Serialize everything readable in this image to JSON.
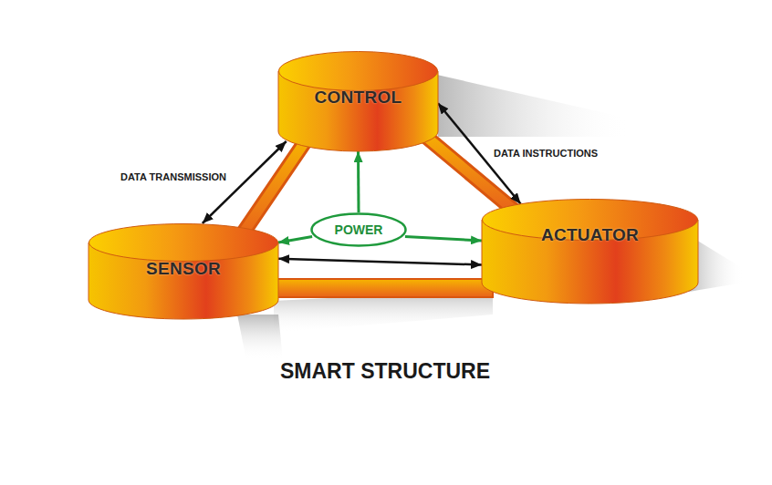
{
  "diagram": {
    "nodes": [
      {
        "text": [
          "SMART STRUCTURE"
        ]
      },
      {
        "text": [
          "CONTROL"
        ],
        "in": 0
      },
      {
        "text": [
          "SENSOR"
        ],
        "in": 0
      },
      {
        "text": [
          "ACTUATOR"
        ],
        "in": 0
      },
      {
        "text": [
          "POWER"
        ],
        "in": 0
      }
    ],
    "edges": [
      {
        "from": 1,
        "to": 2,
        "arrow": "both",
        "label": "DATA TRANSMISSION"
      },
      {
        "from": 1,
        "to": 3,
        "arrow": "both",
        "label": "DATA INSTRUCTIONS"
      },
      {
        "from": 2,
        "to": 3,
        "arrow": "both"
      },
      {
        "from": 4,
        "to": 1,
        "arrow": "to"
      },
      {
        "from": 4,
        "to": 2,
        "arrow": "to"
      },
      {
        "from": 4,
        "to": 3,
        "arrow": "to"
      }
    ]
  }
}
